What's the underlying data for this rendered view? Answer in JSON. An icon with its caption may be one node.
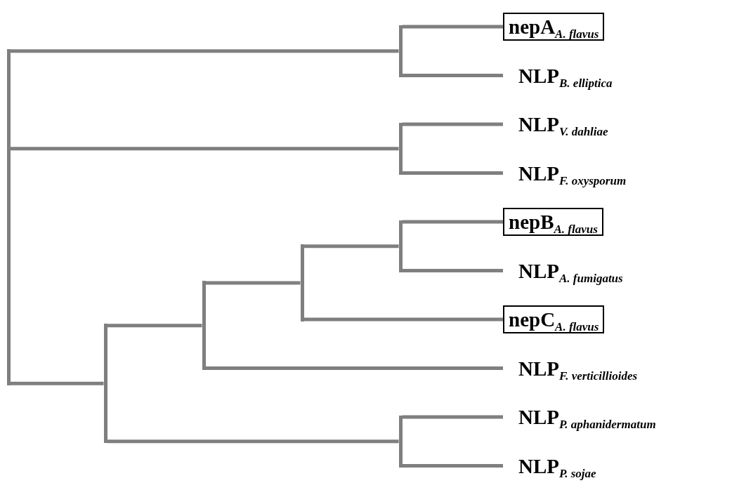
{
  "diagram": {
    "nodes": [
      {
        "text": [
          "nepA$_{A. flavus}$"
        ]
      },
      {
        "text": [
          "NLP$_{B. elliptica}$"
        ]
      },
      {
        "text": [
          "NLP$_{V. dahliae}$"
        ]
      },
      {
        "text": [
          "NLP$_{F. oxysporum}$"
        ]
      },
      {
        "text": [
          "nepB$_{A. flavus}$"
        ]
      },
      {
        "text": [
          "NLP$_{A. fumigatus}$"
        ]
      },
      {
        "text": [
          "nepC$_{A. flavus}$"
        ]
      },
      {
        "text": [
          "NLP$_{F. verticillioides}$"
        ]
      },
      {
        "text": [
          "NLP$_{P. aphanidermatum}$"
        ]
      },
      {
        "text": [
          "NLP$_{P. sojae}$"
        ]
      },
      {
        "text": [],
        "shape": "bar"
      },
      {
        "text": [],
        "shape": "bar"
      },
      {
        "text": [],
        "shape": "bar"
      },
      {
        "text": [],
        "shape": "bar"
      },
      {
        "text": [],
        "shape": "bar"
      },
      {
        "text": [],
        "shape": "bar"
      },
      {
        "text": [],
        "shape": "bar"
      },
      {
        "text": [],
        "shape": "bar"
      }
    ],
    "edges": [
      {
        "from": 10,
        "to": 11,
        "arrow": "none"
      },
      {
        "from": 10,
        "to": 12,
        "arrow": "none"
      },
      {
        "from": 10,
        "to": 13,
        "arrow": "none"
      },
      {
        "from": 11,
        "to": 0,
        "arrow": "none"
      },
      {
        "from": 11,
        "to": 1,
        "arrow": "none"
      },
      {
        "from": 12,
        "to": 2,
        "arrow": "none"
      },
      {
        "from": 12,
        "to": 3,
        "arrow": "none"
      },
      {
        "from": 13,
        "to": 14,
        "arrow": "none"
      },
      {
        "from": 13,
        "to": 17,
        "arrow": "none"
      },
      {
        "from": 14,
        "to": 15,
        "arrow": "none"
      },
      {
        "from": 14,
        "to": 7,
        "arrow": "none"
      },
      {
        "from": 15,
        "to": 16,
        "arrow": "none"
      },
      {
        "from": 15,
        "to": 6,
        "arrow": "none"
      },
      {
        "from": 16,
        "to": 4,
        "arrow": "none"
      },
      {
        "from": 16,
        "to": 5,
        "arrow": "none"
      },
      {
        "from": 17,
        "to": 8,
        "arrow": "none"
      },
      {
        "from": 17,
        "to": 9,
        "arrow": "none"
      }
    ]
  }
}
